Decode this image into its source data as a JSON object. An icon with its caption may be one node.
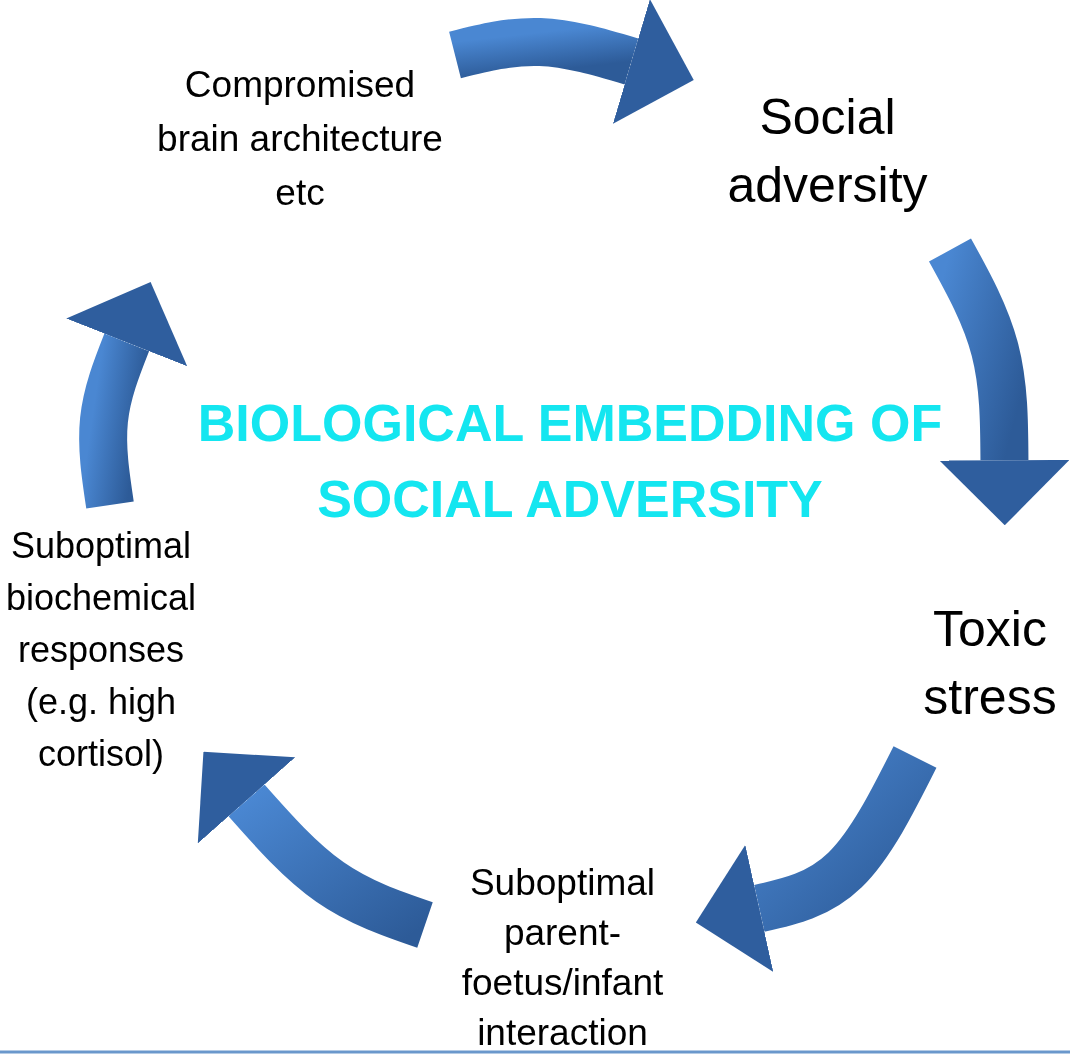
{
  "diagram": {
    "title": "BIOLOGICAL EMBEDDING OF SOCIAL ADVERSITY",
    "nodes": [
      {
        "text": [
          "Social adversity"
        ]
      },
      {
        "text": [
          "Toxic stress"
        ]
      },
      {
        "text": [
          "Suboptimal parent-foetus/infant interaction"
        ]
      },
      {
        "text": [
          "Suboptimal biochemical responses (e.g. high cortisol)"
        ]
      },
      {
        "text": [
          "Compromised brain architecture etc"
        ]
      }
    ],
    "edges": [
      {
        "from": 4,
        "to": 0,
        "arrow": "to"
      },
      {
        "from": 0,
        "to": 1,
        "arrow": "to"
      },
      {
        "from": 1,
        "to": 2,
        "arrow": "to"
      },
      {
        "from": 2,
        "to": 3,
        "arrow": "to"
      },
      {
        "from": 3,
        "to": 4,
        "arrow": "to"
      }
    ]
  }
}
